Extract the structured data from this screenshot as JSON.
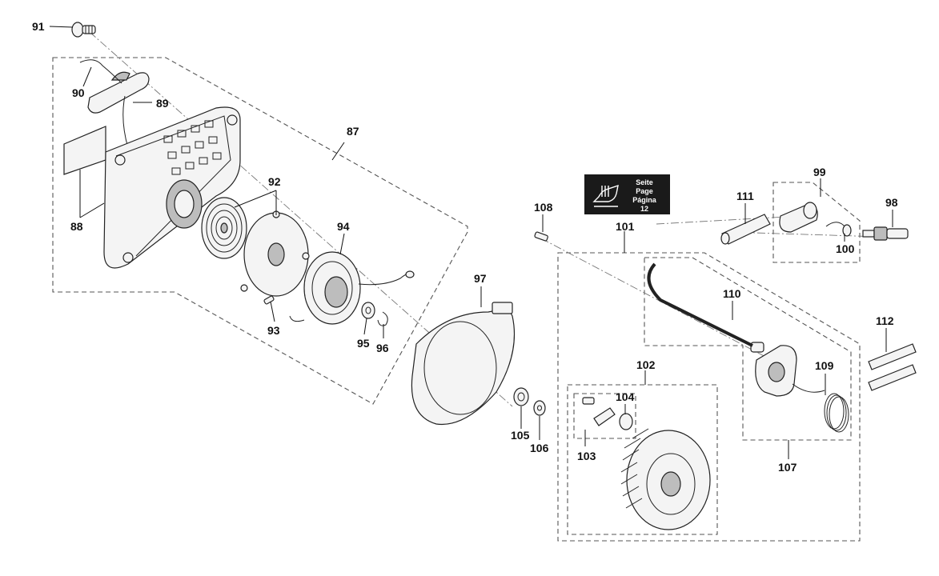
{
  "callouts": {
    "p87": "87",
    "p88": "88",
    "p89": "89",
    "p90": "90",
    "p91": "91",
    "p92": "92",
    "p93": "93",
    "p94": "94",
    "p95": "95",
    "p96": "96",
    "p97": "97",
    "p98": "98",
    "p99": "99",
    "p100": "100",
    "p101": "101",
    "p102": "102",
    "p103": "103",
    "p104": "104",
    "p105": "105",
    "p106": "106",
    "p107": "107",
    "p108": "108",
    "p109": "109",
    "p110": "110",
    "p111": "111",
    "p112": "112"
  },
  "page_badge": {
    "line1": "Seite",
    "line2": "Page",
    "line3": "Página",
    "line4": "12"
  },
  "colors": {
    "badge_bg": "#1a1a1a",
    "ink": "#111111",
    "lines": "#555555"
  }
}
